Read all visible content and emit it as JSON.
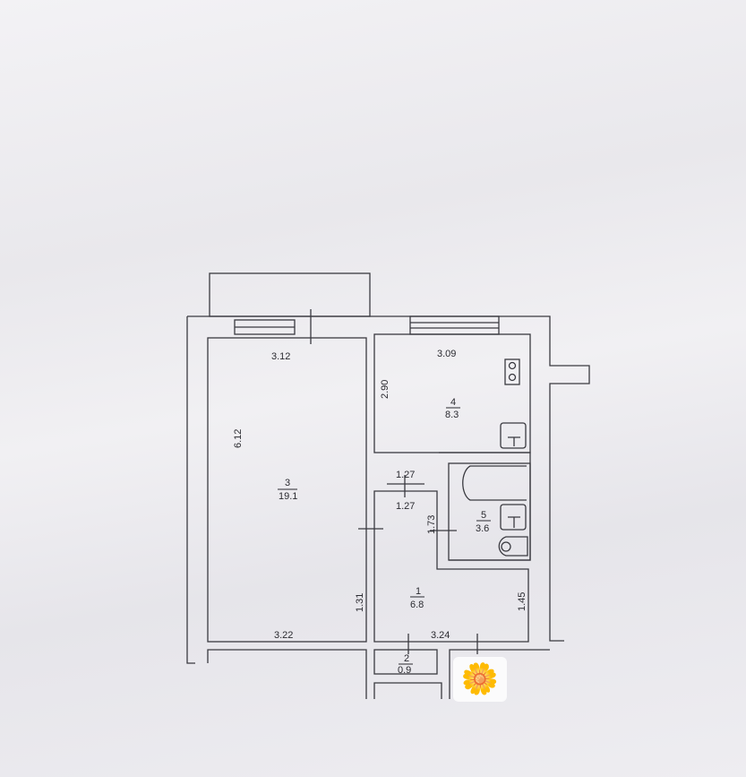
{
  "rooms": [
    {
      "number": "1",
      "area": "6.8"
    },
    {
      "number": "2",
      "area": "0.9"
    },
    {
      "number": "3",
      "area": "19.1"
    },
    {
      "number": "4",
      "area": "8.3"
    },
    {
      "number": "5",
      "area": "3.6"
    }
  ],
  "dimensions": {
    "room3_top": "3.12",
    "room3_side": "6.12",
    "room3_bottom": "3.22",
    "room3_door_side": "1.31",
    "kitchen_top": "3.09",
    "kitchen_side": "2.90",
    "kitchen_door": "1.27",
    "hall_top": "1.27",
    "hall_bath_side": "1.73",
    "hall_bottom": "3.24",
    "hall_right": "1.45"
  },
  "sticker": {
    "icon": "sunflower-icon",
    "glyph": "🌼"
  }
}
